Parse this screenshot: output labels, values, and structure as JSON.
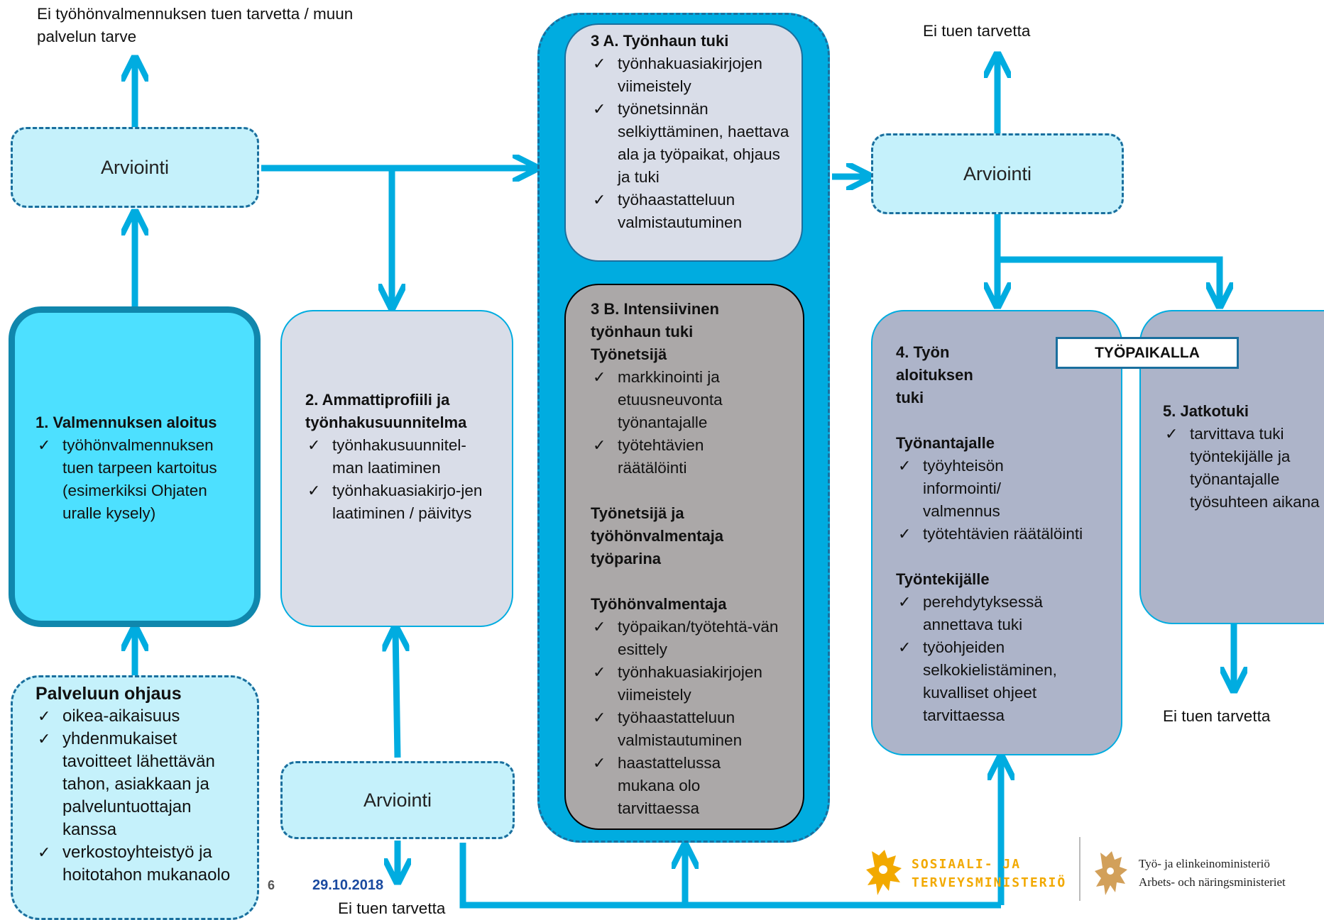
{
  "top_left_note": "Ei työhönvalmennuksen tuen tarvetta / muun palvelun tarve",
  "top_right_note": "Ei tuen tarvetta",
  "right_bottom_note": "Ei tuen tarvetta",
  "bottom_note": "Ei tuen tarvetta",
  "eval_label": "Arviointi",
  "box1": {
    "title": "1. Valmennuksen aloitus",
    "items": [
      "työhönvalmennuksen tuen tarpeen kartoitus (esimerkiksi Ohjaten uralle kysely)"
    ]
  },
  "box2": {
    "title": "2. Ammattiprofiili ja työnhakusuunnitelma",
    "items": [
      "työnhakusuunnitel-man laatiminen",
      "työnhakuasiakirjo-jen laatiminen / päivitys"
    ]
  },
  "box3a": {
    "title": "3 A. Työnhaun tuki",
    "items": [
      "työnhakuasiakirjojen viimeistely",
      "työnetsinnän selkiyttäminen, haettava ala ja työpaikat, ohjaus ja tuki",
      "työhaastatteluun valmistautuminen"
    ]
  },
  "box3b": {
    "title": "3 B. Intensiivinen työnhaun tuki",
    "groups": [
      {
        "label": "Työnetsijä",
        "items": [
          "markkinointi ja etuusneuvonta työnantajalle",
          "työtehtävien räätälöinti"
        ]
      },
      {
        "label": "Työnetsijä ja työhönvalmentaja työparina",
        "items": []
      },
      {
        "label": "Työhönvalmentaja",
        "items": [
          "työpaikan/työtehtä-vän esittely",
          "työnhakuasiakirjojen viimeistely",
          "työhaastatteluun valmistautuminen",
          "haastattelussa mukana olo tarvittaessa"
        ]
      }
    ]
  },
  "box4": {
    "title": "4. Työn aloituksen tuki",
    "groups": [
      {
        "label": "Työnantajalle",
        "items": [
          "työyhteisön informointi/ valmennus",
          "työtehtävien räätälöinti"
        ]
      },
      {
        "label": "Työntekijälle",
        "items": [
          "perehdytyksessä annettava tuki",
          "työohjeiden selkokielistäminen, kuvalliset ohjeet tarvittaessa"
        ]
      }
    ]
  },
  "box5": {
    "title": "5. Jatkotuki",
    "items": [
      "tarvittava tuki työntekijälle ja työnantajalle työsuhteen aikana"
    ]
  },
  "workplace_label": "TYÖPAIKALLA",
  "palveluun": {
    "title": "Palveluun ohjaus",
    "items": [
      "oikea-aikaisuus",
      "yhdenmukaiset tavoitteet lähettävän tahon, asiakkaan ja palveluntuottajan kanssa",
      "verkostoyhteistyö ja hoitotahon mukanaolo"
    ]
  },
  "footer": {
    "page_number": "6",
    "date": "29.10.2018",
    "logo1_line1": "SOSIAALI- JA",
    "logo1_line2": "TERVEYSMINISTERIÖ",
    "logo2_line1": "Työ- ja elinkeinoministeriö",
    "logo2_line2": "Arbets- och näringsministeriet"
  },
  "colors": {
    "arrow": "#00ace0",
    "cyan_box": "#4de0ff",
    "grey_box": "#d9dde8",
    "dark_grey": "#aba8a8",
    "blue_grey": "#adb4c9",
    "outer_blue": "#00ace0",
    "logo_gold": "#f2a900"
  }
}
